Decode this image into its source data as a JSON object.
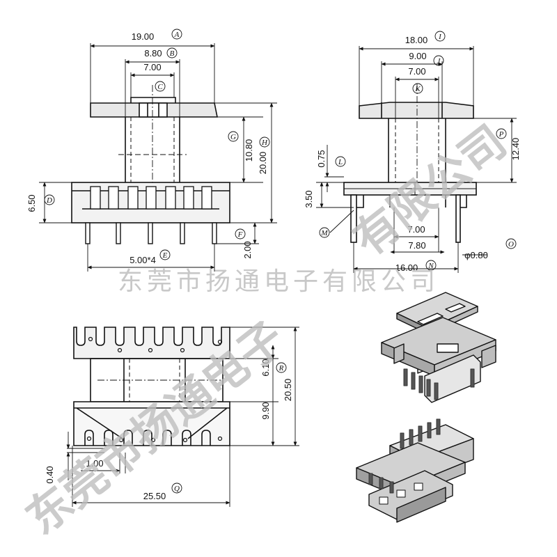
{
  "watermark": {
    "company": "东莞市扬通电子有限公司",
    "big_a": "东莞市扬通电子",
    "big_b": "有限公司"
  },
  "front_view": {
    "dims": {
      "width_a": "19.00",
      "label_a": "A",
      "width_b": "8.80",
      "label_b": "B",
      "width_c": "7.00",
      "label_c": "C",
      "height_g": "10.80",
      "label_g": "G",
      "height_h": "20.00",
      "label_h": "H",
      "height_d": "6.50",
      "label_d": "D",
      "pitch_e": "5.00*4",
      "label_e": "E",
      "pin_f": "2.00",
      "label_f": "F"
    }
  },
  "side_view": {
    "dims": {
      "width_i": "18.00",
      "label_i": "I",
      "width_j": "9.00",
      "label_j": "J",
      "width_k": "7.00",
      "label_k": "K",
      "height_p": "12.40",
      "label_p": "P",
      "flange_l": "0.75",
      "label_l": "L",
      "base_m": "3.50",
      "label_m": "M",
      "inner_7": "7.00",
      "inner_78": "7.80",
      "pin_o": "φ0.80",
      "label_o": "O",
      "width_n": "16.00",
      "label_n": "N"
    }
  },
  "bottom_view": {
    "dims": {
      "height_r": "20.50",
      "label_r": "R",
      "upper": "6.10",
      "lower": "9.90",
      "slot": "1.00",
      "offset": "0.40",
      "width_q": "25.50",
      "label_q": "Q"
    }
  }
}
